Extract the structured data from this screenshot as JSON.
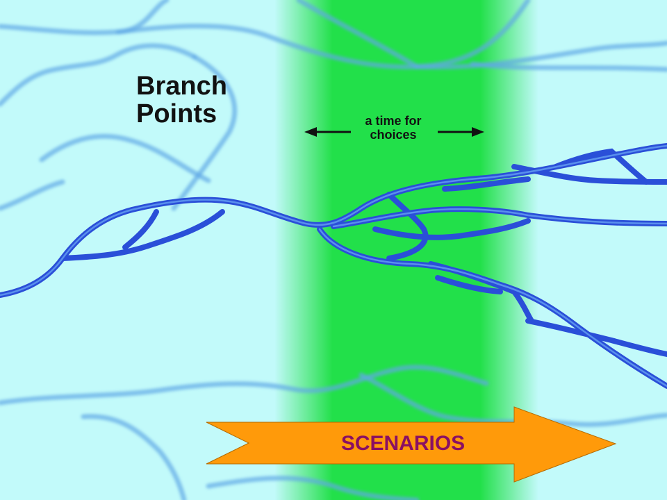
{
  "slide": {
    "title_line1": "Branch",
    "title_line2": "Points",
    "choice_line1": "a time for",
    "choice_line2": "choices",
    "arrow_label": "SCENARIOS"
  },
  "colors": {
    "background": "#c2fafa",
    "band": "#22e04a",
    "stream_faint": "#5fa8e6",
    "stream_main": "#2a4fd8",
    "arrow_fill": "#ff9a0a",
    "arrow_label": "#8a1063"
  },
  "icons": {
    "left_arrow": "arrow-left-icon",
    "right_arrow": "arrow-right-icon",
    "scenarios_arrow": "block-arrow-right-icon"
  }
}
